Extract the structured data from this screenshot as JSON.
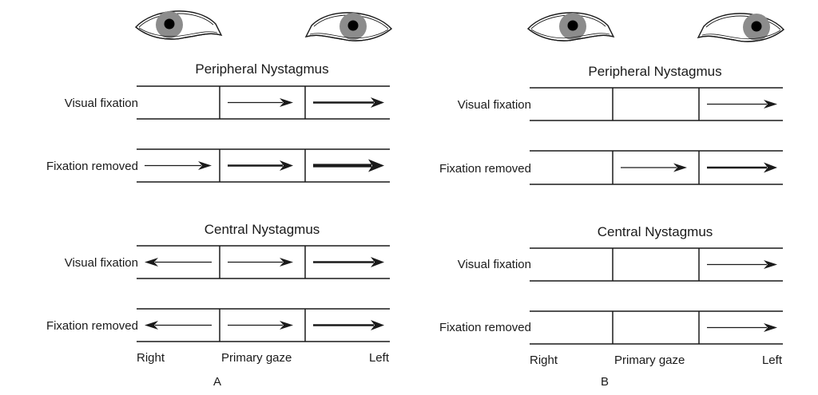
{
  "colors": {
    "ink": "#1a1a1a",
    "iris": "#8c8c8c",
    "pupil": "#000000",
    "background": "#ffffff"
  },
  "panels": [
    {
      "id": "A",
      "label": "A",
      "eyes_gaze": "right",
      "axis_labels": {
        "left": "Right",
        "center": "Primary gaze",
        "right": "Left"
      },
      "sections": [
        {
          "title": "Peripheral Nystagmus",
          "rows": [
            {
              "label": "Visual fixation",
              "arrows": [
                {
                  "zone": "right",
                  "direction": "none",
                  "strength": 0
                },
                {
                  "zone": "primary",
                  "direction": "right",
                  "strength": 1
                },
                {
                  "zone": "left",
                  "direction": "right",
                  "strength": 2
                }
              ]
            },
            {
              "label": "Fixation removed",
              "arrows": [
                {
                  "zone": "right",
                  "direction": "right",
                  "strength": 1
                },
                {
                  "zone": "primary",
                  "direction": "right",
                  "strength": 2
                },
                {
                  "zone": "left",
                  "direction": "right",
                  "strength": 3
                }
              ]
            }
          ]
        },
        {
          "title": "Central Nystagmus",
          "rows": [
            {
              "label": "Visual fixation",
              "arrows": [
                {
                  "zone": "right",
                  "direction": "left",
                  "strength": 1
                },
                {
                  "zone": "primary",
                  "direction": "right",
                  "strength": 1
                },
                {
                  "zone": "left",
                  "direction": "right",
                  "strength": 2
                }
              ]
            },
            {
              "label": "Fixation removed",
              "arrows": [
                {
                  "zone": "right",
                  "direction": "left",
                  "strength": 1
                },
                {
                  "zone": "primary",
                  "direction": "right",
                  "strength": 1
                },
                {
                  "zone": "left",
                  "direction": "right",
                  "strength": 2
                }
              ]
            }
          ]
        }
      ]
    },
    {
      "id": "B",
      "label": "B",
      "eyes_gaze": "left",
      "axis_labels": {
        "left": "Right",
        "center": "Primary gaze",
        "right": "Left"
      },
      "sections": [
        {
          "title": "Peripheral Nystagmus",
          "rows": [
            {
              "label": "Visual fixation",
              "arrows": [
                {
                  "zone": "right",
                  "direction": "none",
                  "strength": 0
                },
                {
                  "zone": "primary",
                  "direction": "none",
                  "strength": 0
                },
                {
                  "zone": "left",
                  "direction": "right",
                  "strength": 1
                }
              ]
            },
            {
              "label": "Fixation removed",
              "arrows": [
                {
                  "zone": "right",
                  "direction": "none",
                  "strength": 0
                },
                {
                  "zone": "primary",
                  "direction": "right",
                  "strength": 1
                },
                {
                  "zone": "left",
                  "direction": "right",
                  "strength": 2
                }
              ]
            }
          ]
        },
        {
          "title": "Central Nystagmus",
          "rows": [
            {
              "label": "Visual fixation",
              "arrows": [
                {
                  "zone": "right",
                  "direction": "none",
                  "strength": 0
                },
                {
                  "zone": "primary",
                  "direction": "none",
                  "strength": 0
                },
                {
                  "zone": "left",
                  "direction": "right",
                  "strength": 1
                }
              ]
            },
            {
              "label": "Fixation removed",
              "arrows": [
                {
                  "zone": "right",
                  "direction": "none",
                  "strength": 0
                },
                {
                  "zone": "primary",
                  "direction": "none",
                  "strength": 0
                },
                {
                  "zone": "left",
                  "direction": "right",
                  "strength": 1
                }
              ]
            }
          ]
        }
      ]
    }
  ]
}
